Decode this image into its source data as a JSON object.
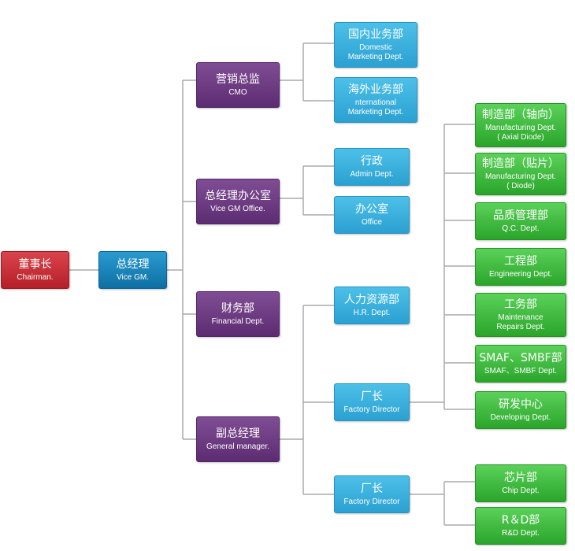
{
  "colors": {
    "chairman": "#c62d36",
    "vice_gm": "#1581b8",
    "level2": "#6b3a82",
    "level3": "#36b0df",
    "level4": "#3cbc3c",
    "connector": "#aaaaaa"
  },
  "nodes": {
    "chairman": {
      "zh": "董事长",
      "en": "Chairman."
    },
    "vice_gm": {
      "zh": "总经理",
      "en": "Vice GM."
    },
    "cmo": {
      "zh": "营销总监",
      "en": "CMO"
    },
    "gm_office": {
      "zh": "总经理办公室",
      "en": "Vice GM Office."
    },
    "finance": {
      "zh": "财务部",
      "en": "Financial Dept."
    },
    "deputy_gm": {
      "zh": "副总经理",
      "en": "General manager."
    },
    "domestic": {
      "zh": "国内业务部",
      "en": "Domestic\nMarketing Dept."
    },
    "international": {
      "zh": "海外业务部",
      "en": "nternational\nMarketing Dept."
    },
    "admin": {
      "zh": "行政",
      "en": "Admin Dept."
    },
    "office": {
      "zh": "办公室",
      "en": "Office"
    },
    "hr": {
      "zh": "人力资源部",
      "en": "H.R. Dept."
    },
    "factory1": {
      "zh": "厂长",
      "en": "Factory Director"
    },
    "factory2": {
      "zh": "厂长",
      "en": "Factory Director"
    },
    "mfg_axial": {
      "zh": "制造部（轴向）",
      "en": "Manufacturing Dept.\n( Axial Diode)"
    },
    "mfg_smd": {
      "zh": "制造部（贴片）",
      "en": "Manufacturing Dept.\n( Diode)"
    },
    "qc": {
      "zh": "品质管理部",
      "en": "Q.C. Dept."
    },
    "engineering": {
      "zh": "工程部",
      "en": "Engineering Dept."
    },
    "maintenance": {
      "zh": "工务部",
      "en": "Maintenance\nRepairs Dept."
    },
    "smaf": {
      "zh": "SMAF、SMBF部",
      "en": "SMAF、SMBF Dept."
    },
    "developing": {
      "zh": "研发中心",
      "en": "Developing  Dept."
    },
    "chip": {
      "zh": "芯片部",
      "en": "Chip Dept."
    },
    "rnd": {
      "zh": "R＆D部",
      "en": "R&D Dept."
    }
  }
}
